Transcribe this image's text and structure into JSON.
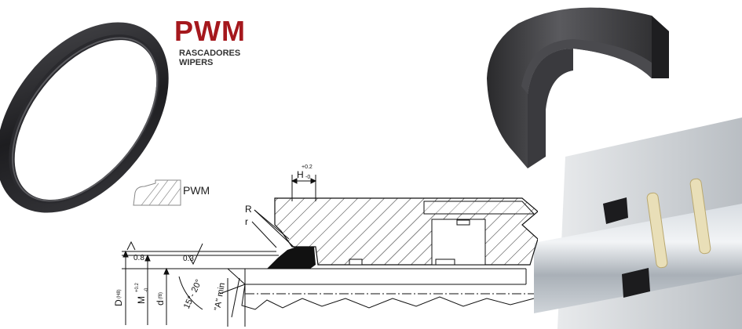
{
  "brand": {
    "name": "PWM",
    "color": "#a5181d",
    "subtitle_es": "RASCADORES",
    "subtitle_en": "WIPERS"
  },
  "profile_icon": {
    "label": "PWM"
  },
  "drawing": {
    "tol_plus": "+0.2",
    "tol_zero": "-0",
    "height_label": "H",
    "radius_big": "R",
    "radius_small": "r",
    "roughness_1": "0.8",
    "roughness_2": "0.3",
    "dim_D": "D",
    "dim_D_fit": "(H8)",
    "dim_M": "M",
    "dim_d": "d",
    "dim_d_fit": "(f8)",
    "angle": "15°- 20°",
    "chamfer": "\"A\" min"
  }
}
